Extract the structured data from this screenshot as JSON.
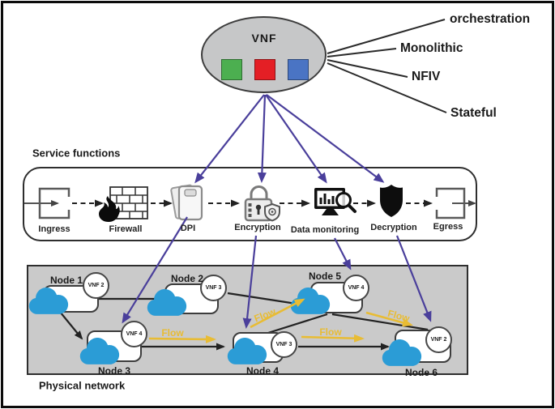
{
  "vnf": {
    "label": "VNF",
    "modules": [
      {
        "name": "green-module",
        "color": "#4caf50"
      },
      {
        "name": "red-module",
        "color": "#e41f25"
      },
      {
        "name": "blue-module",
        "color": "#4a74c4"
      }
    ],
    "characteristics": [
      "orchestration",
      "Monolithic",
      "NFIV",
      "Stateful"
    ]
  },
  "service_functions": {
    "title": "Service functions",
    "chain": [
      "Ingress",
      "Firewall",
      "DPI",
      "Encryption",
      "Data monitoring",
      "Decryption",
      "Egress"
    ]
  },
  "physical_network": {
    "title": "Physical network",
    "nodes": [
      {
        "name": "Node 1",
        "vnf": "VNF 2"
      },
      {
        "name": "Node 2",
        "vnf": "VNF 3"
      },
      {
        "name": "Node 3",
        "vnf": "VNF 4"
      },
      {
        "name": "Node 4",
        "vnf": "VNF 3"
      },
      {
        "name": "Node 5",
        "vnf": "VNF 4"
      },
      {
        "name": "Node 6",
        "vnf": "VNF 2"
      }
    ],
    "links": [
      {
        "from": "Node 1",
        "to": "Node 2"
      },
      {
        "from": "Node 1",
        "to": "Node 3"
      },
      {
        "from": "Node 2",
        "to": "Node 5"
      },
      {
        "from": "Node 3",
        "to": "Node 4"
      },
      {
        "from": "Node 4",
        "to": "Node 5"
      },
      {
        "from": "Node 4",
        "to": "Node 6"
      },
      {
        "from": "Node 5",
        "to": "Node 6"
      }
    ],
    "flows": [
      {
        "from": "Node 3",
        "to": "Node 4",
        "label": "Flow"
      },
      {
        "from": "Node 4",
        "to": "Node 5",
        "label": "Flow"
      },
      {
        "from": "Node 4",
        "to": "Node 6",
        "label": "Flow"
      },
      {
        "from": "Node 5",
        "to": "Node 6",
        "label": "Flow"
      }
    ]
  },
  "mappings": {
    "vnf_to_functions": [
      "DPI",
      "Encryption",
      "Data monitoring",
      "Decryption"
    ],
    "function_to_node": [
      {
        "function": "DPI",
        "node": "Node 3"
      },
      {
        "function": "Encryption",
        "node": "Node 4"
      },
      {
        "function": "Data monitoring",
        "node": "Node 5"
      },
      {
        "function": "Decryption",
        "node": "Node 6"
      }
    ]
  },
  "colors": {
    "vnf_ellipse_fill": "#c6c7c8",
    "mapping_arrow_purple": "#4a3f9b",
    "flow_arrow_yellow": "#e8bc34",
    "cloud_blue": "#2b9cd6",
    "physical_box_fill": "#cacaca"
  }
}
